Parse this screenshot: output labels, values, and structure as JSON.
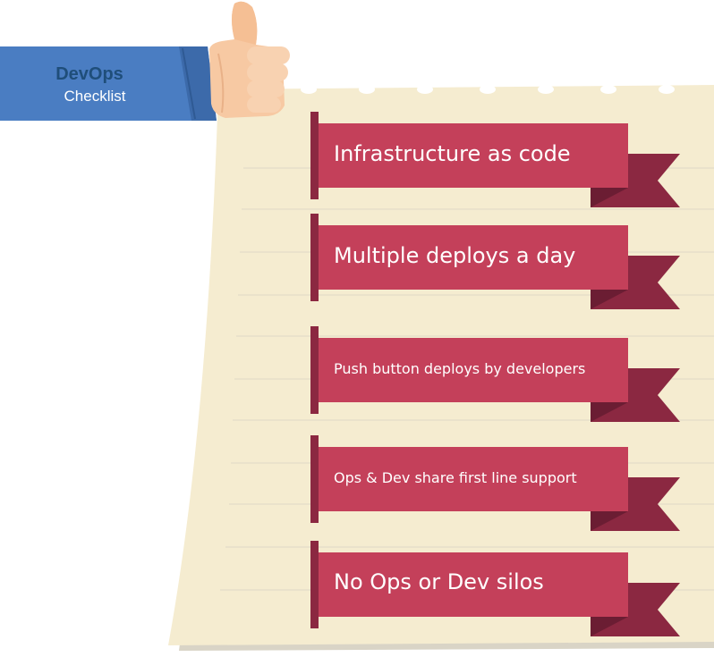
{
  "header": {
    "title": "DevOps",
    "subtitle": "Checklist"
  },
  "checklist": {
    "items": [
      {
        "label": "Infrastructure as code"
      },
      {
        "label": "Multiple deploys a day"
      },
      {
        "label": "Push button deploys by developers"
      },
      {
        "label": "Ops & Dev share first line support"
      },
      {
        "label": "No Ops or Dev silos"
      }
    ]
  },
  "colors": {
    "paper": "#f5ecd0",
    "ribbon": "#c4405a",
    "ribbon_dark": "#8b2841",
    "sleeve": "#4a7dc2",
    "skin": "#f7c9a3"
  }
}
